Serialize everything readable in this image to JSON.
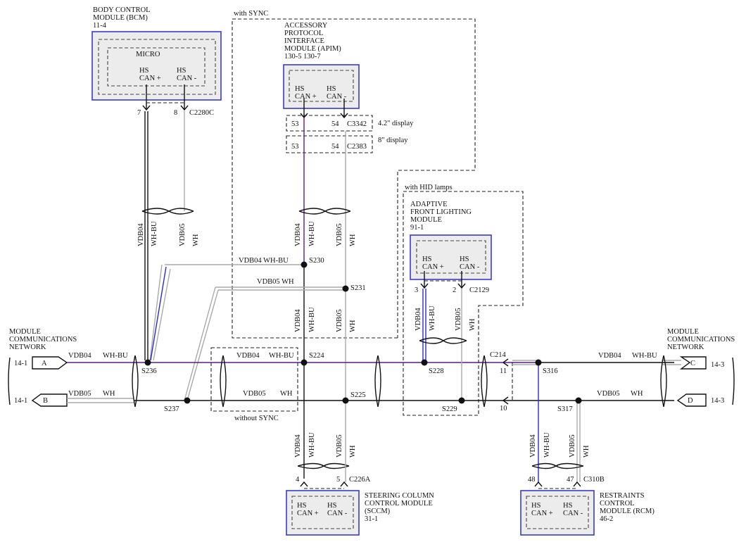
{
  "modules": {
    "bcm": {
      "lines": [
        "BODY CONTROL",
        "MODULE (BCM)",
        "11-4"
      ],
      "inner": "MICRO",
      "pin_a": [
        "HS",
        "CAN +"
      ],
      "pin_b": [
        "HS",
        "CAN -"
      ],
      "pin_a_num": "7",
      "pin_b_num": "8",
      "connector": "C2280C"
    },
    "apim": {
      "lines": [
        "ACCESSORY",
        "PROTOCOL",
        "INTERFACE",
        "MODULE (APIM)",
        "130-5  130-7"
      ],
      "pin_a": [
        "HS",
        "CAN +"
      ],
      "pin_b": [
        "HS",
        "CAN -"
      ],
      "conn1_a": "53",
      "conn1_b": "54",
      "conn1": "C3342",
      "conn1_note": "4.2\" display",
      "conn2_a": "53",
      "conn2_b": "54",
      "conn2": "C2383",
      "conn2_note": "8\" display"
    },
    "aflm": {
      "lines": [
        "ADAPTIVE",
        "FRONT LIGHTING",
        "MODULE",
        "91-1"
      ],
      "pin_a": [
        "HS",
        "CAN +"
      ],
      "pin_b": [
        "HS",
        "CAN -"
      ],
      "pin_a_num": "3",
      "pin_b_num": "2",
      "connector": "C2129"
    },
    "sccm": {
      "lines": [
        "STEERING COLUMN",
        "CONTROL MODULE",
        "(SCCM)",
        "31-1"
      ],
      "pin_a": [
        "HS",
        "CAN +"
      ],
      "pin_b": [
        "HS",
        "CAN -"
      ],
      "pin_a_num": "4",
      "pin_b_num": "5",
      "connector": "C226A"
    },
    "rcm": {
      "lines": [
        "RESTRAINTS",
        "CONTROL",
        "MODULE (RCM)",
        "46-2"
      ],
      "pin_a": [
        "HS",
        "CAN +"
      ],
      "pin_b": [
        "HS",
        "CAN -"
      ],
      "pin_a_num": "48",
      "pin_b_num": "47",
      "connector": "C310B"
    }
  },
  "regions": {
    "sync": "with SYNC",
    "hid": "with HID lamps",
    "no_sync": "without SYNC"
  },
  "network": {
    "left_title": [
      "MODULE",
      "COMMUNICATIONS",
      "NETWORK"
    ],
    "right_title": [
      "MODULE",
      "COMMUNICATIONS",
      "NETWORK"
    ],
    "connectors": {
      "A": "A",
      "B": "B",
      "C": "C",
      "D": "D"
    },
    "page_ref_left_a": "14-1",
    "page_ref_left_b": "14-1",
    "page_ref_right_c": "14-3",
    "page_ref_right_d": "14-3"
  },
  "wires": {
    "vdb04": "VDB04",
    "vdb05": "VDB05",
    "wh_bu": "WH-BU",
    "wh": "WH",
    "vdb04_wh_bu": "VDB04  WH-BU",
    "vdb05_wh": "VDB05  WH"
  },
  "splices": [
    "S236",
    "S237",
    "S230",
    "S231",
    "S224",
    "S225",
    "S228",
    "S229",
    "S316",
    "S317"
  ],
  "c214": {
    "label": "C214",
    "pin_a": "11",
    "pin_b": "10"
  },
  "colors": {
    "module_border": "#3a3ad0",
    "module_fill": "#ececec",
    "wire_purple": "#5a1a88",
    "wire_blue": "#2a2ad8",
    "wire_gray": "#aaaaaa"
  }
}
